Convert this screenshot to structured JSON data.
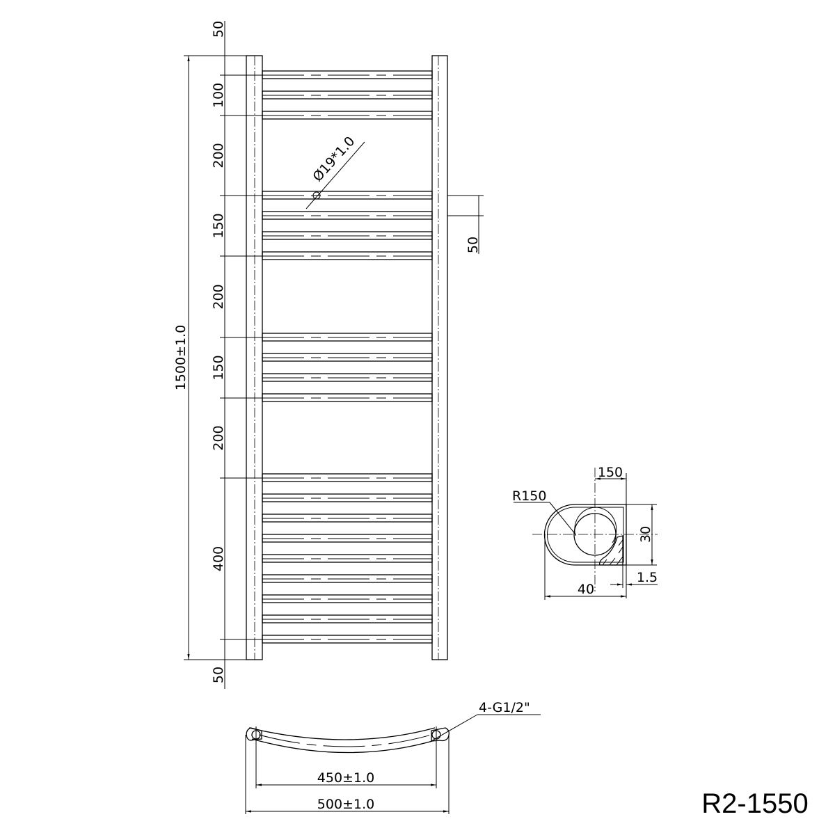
{
  "title": "R2-1550",
  "front_view": {
    "overall_height": "1500±1.0",
    "spacing_labels": [
      "50",
      "100",
      "200",
      "150",
      "200",
      "150",
      "200",
      "400",
      "50"
    ],
    "tube_spec": "Ø19*1.0",
    "offset_label": "50",
    "bar_groups": [
      3,
      4,
      4,
      9
    ]
  },
  "section_view": {
    "radius": "R150",
    "top_width": "150",
    "height": "30",
    "width": "40",
    "wall": "1.5"
  },
  "bottom_view": {
    "connection": "4-G1/2\"",
    "center_width": "450±1.0",
    "overall_width": "500±1.0"
  }
}
